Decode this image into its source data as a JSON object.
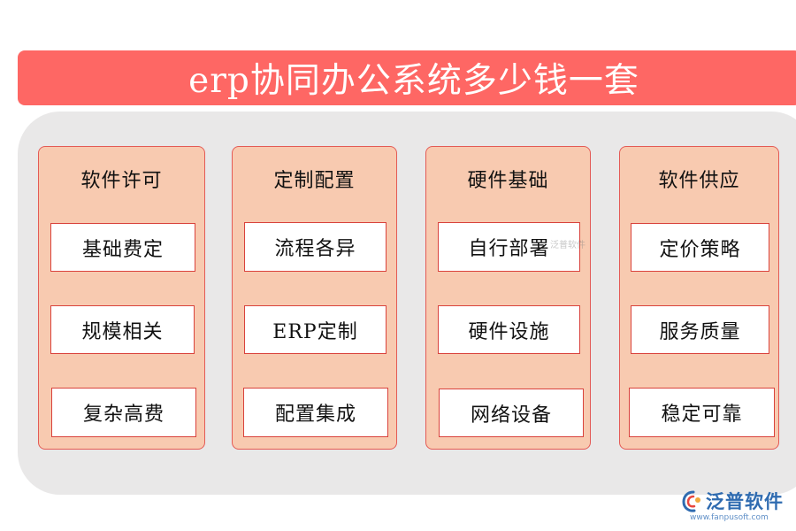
{
  "title": "erp协同办公系统多少钱一套",
  "columns": [
    {
      "header": "软件许可",
      "items": [
        "基础费定",
        "规模相关",
        "复杂高费"
      ]
    },
    {
      "header": "定制配置",
      "items": [
        "流程各异",
        "ERP定制",
        "配置集成"
      ]
    },
    {
      "header": "硬件基础",
      "items": [
        "自行部署",
        "硬件设施",
        "网络设备"
      ]
    },
    {
      "header": "软件供应",
      "items": [
        "定价策略",
        "服务质量",
        "稳定可靠"
      ]
    }
  ],
  "watermark": "泛普软件",
  "logo": {
    "name": "泛普软件",
    "url": "www.fanpusoft.com"
  },
  "colors": {
    "title_bg": "#fe6764",
    "panel_bg": "#e9e8e8",
    "column_bg": "#f8cab0",
    "border": "#e45a55",
    "logo_blue": "#2f6bb0"
  }
}
